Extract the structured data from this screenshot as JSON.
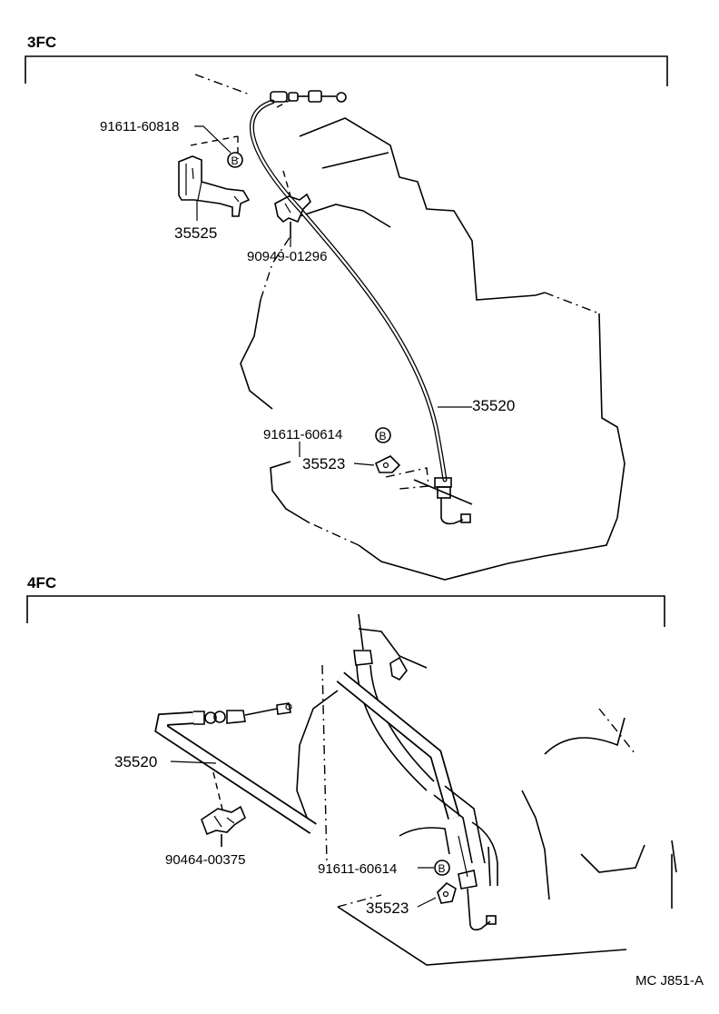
{
  "sections": {
    "top": {
      "title": "3FC"
    },
    "bottom": {
      "title": "4FC"
    }
  },
  "top_labels": {
    "bolt_upper": "91611-60818",
    "bracket": "35525",
    "clamp": "90949-01296",
    "cable": "35520",
    "bolt_lower": "91611-60614",
    "plate": "35523",
    "marker": "B"
  },
  "bottom_labels": {
    "cable": "35520",
    "clamp": "90464-00375",
    "bolt": "91611-60614",
    "plate": "35523",
    "marker": "B"
  },
  "footer": {
    "code": "MC J851-A"
  }
}
